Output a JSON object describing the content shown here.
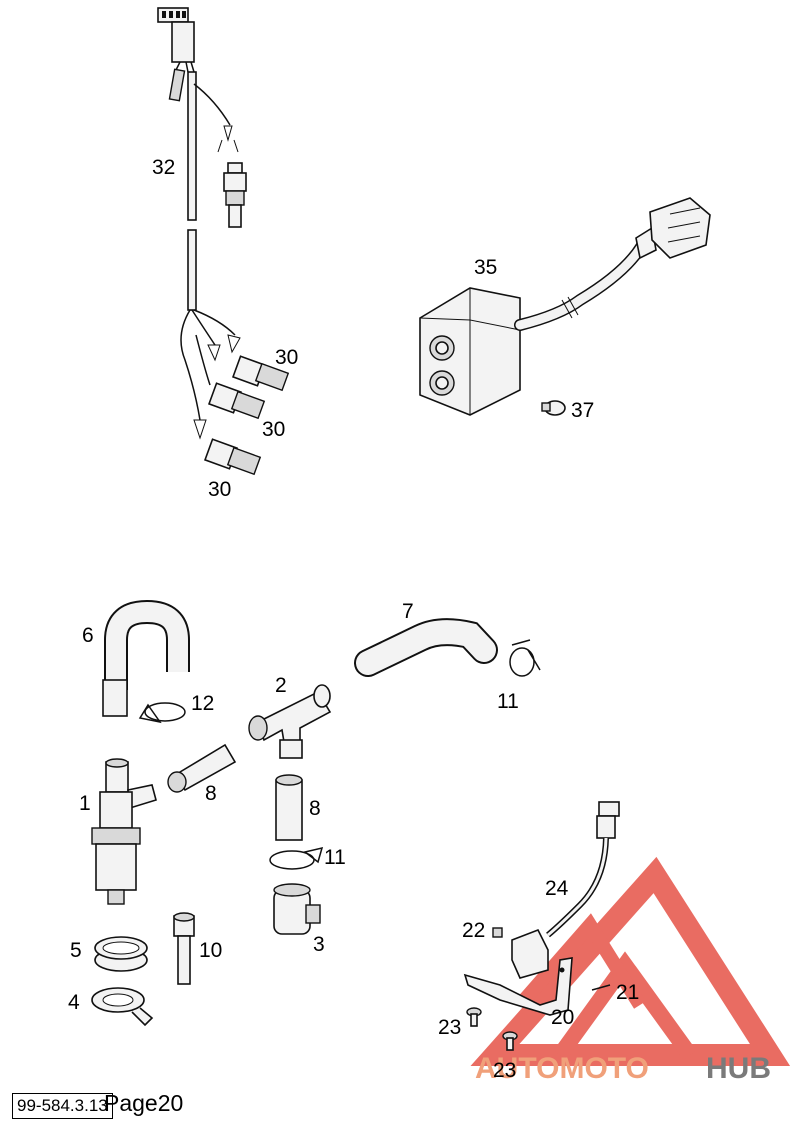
{
  "labels": {
    "l32": "32",
    "l35": "35",
    "l30a": "30",
    "l30b": "30",
    "l30c": "30",
    "l37": "37",
    "l6": "6",
    "l7": "7",
    "l12": "12",
    "l2": "2",
    "l11a": "11",
    "l1": "1",
    "l8a": "8",
    "l8b": "8",
    "l11b": "11",
    "l5": "5",
    "l10": "10",
    "l3": "3",
    "l4": "4",
    "l24": "24",
    "l22": "22",
    "l21": "21",
    "l20": "20",
    "l23a": "23",
    "l23b": "23"
  },
  "footer": {
    "doc_code": "99-584.3.13",
    "page": "Page20"
  },
  "watermark": {
    "part1": "AUTOMOTO",
    "part2": "HUB",
    "colors": {
      "red": "#e23b2e",
      "gray": "#7a7a7a"
    }
  }
}
